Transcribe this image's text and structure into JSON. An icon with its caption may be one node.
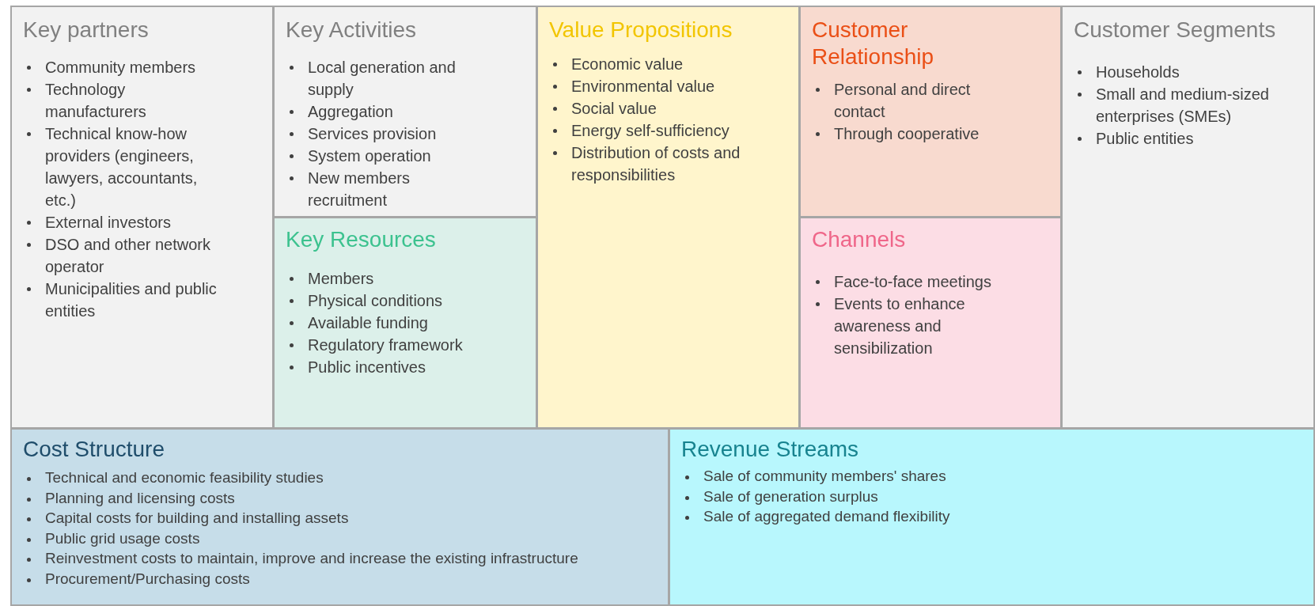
{
  "diagram": {
    "nodes": [
      {
        "text": [
          "Key partners",
          "Community members",
          "Technology manufacturers",
          "Technical know-how providers (engineers, lawyers, accountants, etc.)",
          "External investors",
          "DSO and other network operator",
          "Municipalities and public entities"
        ]
      },
      {
        "text": [
          "Key Activities",
          "Local generation and supply",
          "Aggregation",
          "Services provision",
          "System operation",
          "New members recruitment"
        ]
      },
      {
        "text": [
          "Key Resources",
          "Members",
          "Physical conditions",
          "Available funding",
          "Regulatory framework",
          "Public incentives"
        ]
      },
      {
        "text": [
          "Value Propositions",
          "Economic value",
          "Environmental value",
          "Social value",
          "Energy self-sufficiency",
          "Distribution of costs and responsibilities"
        ]
      },
      {
        "text": [
          "Customer Relationship",
          "Personal and direct contact",
          "Through cooperative"
        ]
      },
      {
        "text": [
          "Channels",
          "Face-to-face meetings",
          "Events to enhance awareness and sensibilization"
        ]
      },
      {
        "text": [
          "Customer Segments",
          "Households",
          "Small and medium-sized enterprises (SMEs)",
          "Public entities"
        ]
      },
      {
        "text": [
          "Cost Structure",
          "Technical and economic feasibility studies",
          "Planning and licensing costs",
          "Capital costs for building and installing assets",
          "Public grid usage costs",
          "Reinvestment costs to maintain, improve and increase the existing infrastructure",
          "Procurement/Purchasing costs"
        ]
      },
      {
        "text": [
          "Revenue Streams",
          "Sale of community members' shares",
          "Sale of generation surplus",
          "Sale of aggregated demand flexibility"
        ]
      }
    ]
  }
}
